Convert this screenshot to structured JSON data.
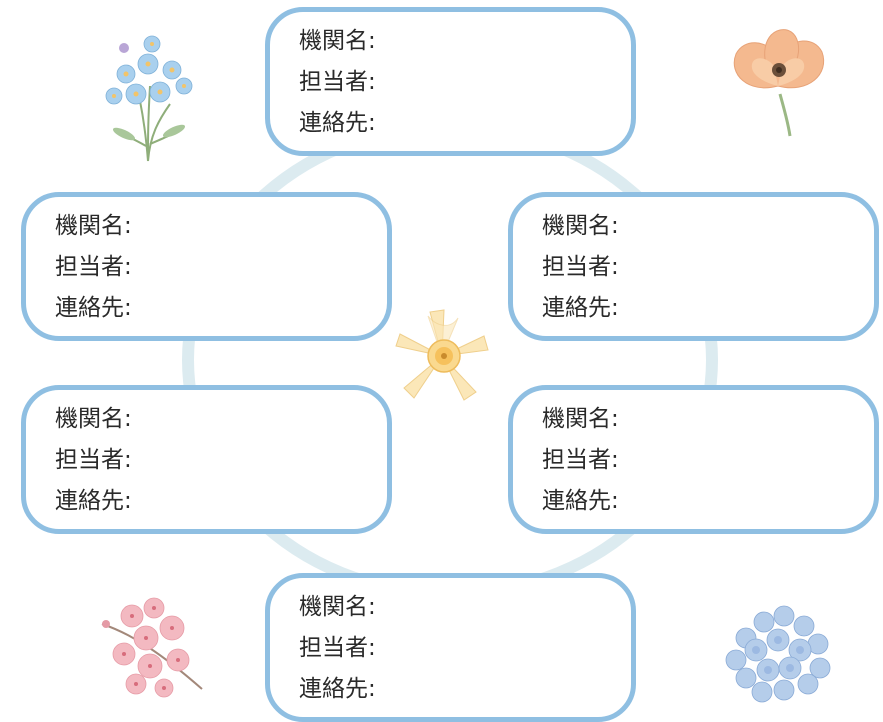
{
  "cards": [
    {
      "name": "機関名:",
      "person": "担当者:",
      "contact": "連絡先:"
    },
    {
      "name": "機関名:",
      "person": "担当者:",
      "contact": "連絡先:"
    },
    {
      "name": "機関名:",
      "person": "担当者:",
      "contact": "連絡先:"
    },
    {
      "name": "機関名:",
      "person": "担当者:",
      "contact": "連絡先:"
    },
    {
      "name": "機関名:",
      "person": "担当者:",
      "contact": "連絡先:"
    },
    {
      "name": "機関名:",
      "person": "担当者:",
      "contact": "連絡先:"
    }
  ],
  "decorations": {
    "top_left": "forget-me-not-icon",
    "top_right": "poppy-icon",
    "center": "daffodil-icon",
    "bottom_left": "cherry-blossom-icon",
    "bottom_right": "hydrangea-icon"
  },
  "colors": {
    "card_border": "#8fbfe2",
    "ring": "#dcebf0",
    "text": "#2a2a2a"
  }
}
